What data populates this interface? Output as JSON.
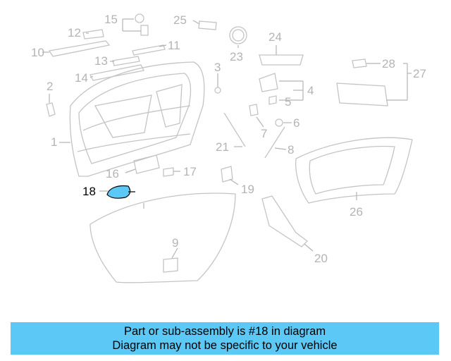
{
  "diagram": {
    "callouts": [
      "1",
      "2",
      "3",
      "4",
      "5",
      "6",
      "7",
      "8",
      "9",
      "10",
      "11",
      "12",
      "13",
      "14",
      "15",
      "16",
      "17",
      "18",
      "19",
      "20",
      "21",
      "23",
      "24",
      "25",
      "26",
      "27",
      "28"
    ],
    "highlighted_part": "18",
    "highlight_color": "#5bc8f5",
    "line_color": "#c4c4c4"
  },
  "banner": {
    "line1": "Part or sub-assembly is #18 in diagram",
    "line2": "Diagram may not be specific to your vehicle",
    "background": "#5bc8f5"
  }
}
